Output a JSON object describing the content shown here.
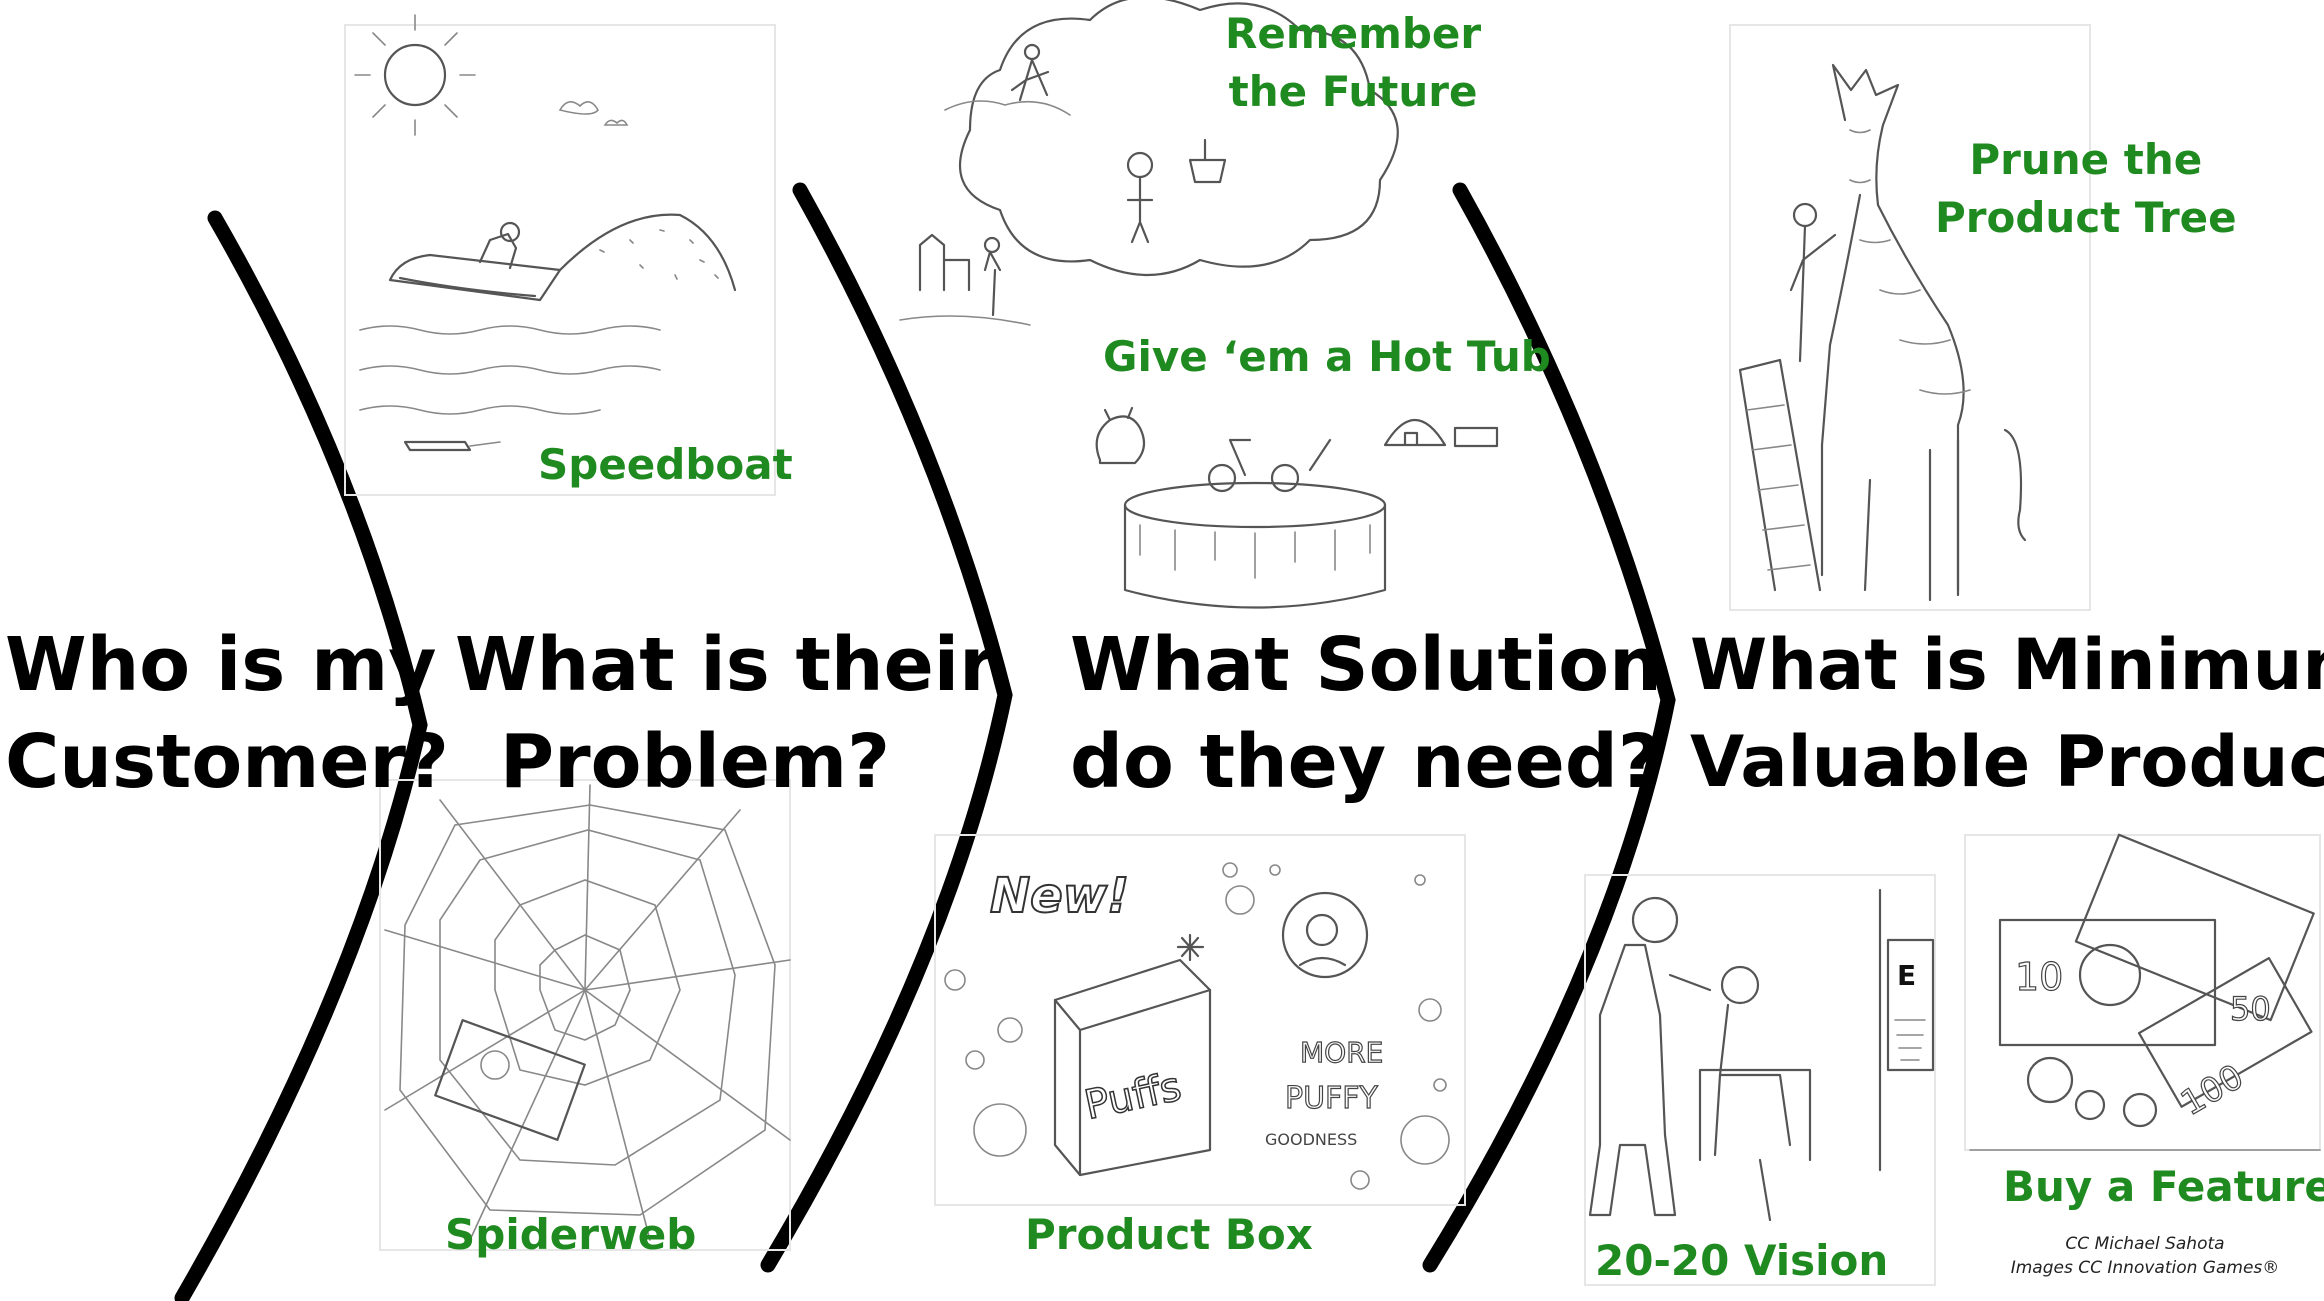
{
  "questions": {
    "q1": [
      "Who is my",
      "Customer?"
    ],
    "q2": [
      "What is their",
      "Problem?"
    ],
    "q3": [
      "What Solution",
      "do they need?"
    ],
    "q4": [
      "What is Minimum",
      "Valuable Product?"
    ]
  },
  "games": {
    "speedboat": "Speedboat",
    "spiderweb": "Spiderweb",
    "remember_future": [
      "Remember",
      "the Future"
    ],
    "hot_tub": "Give ‘em a Hot Tub",
    "product_box": "Product Box",
    "prune_tree": [
      "Prune the",
      "Product Tree"
    ],
    "vision": "20-20 Vision",
    "buy_feature": "Buy a Feature"
  },
  "illustration_text": {
    "box_new": "New!",
    "box_puffs": "Puffs",
    "box_more": "MORE",
    "box_puffy": "PUFFY",
    "box_goodness": "GOODNESS",
    "eye_chart": "E",
    "bill_10": "10",
    "bill_50": "50",
    "bill_100": "100"
  },
  "credits": [
    "CC Michael Sahota",
    "Images CC Innovation Games®"
  ],
  "colors": {
    "game_label": "#1f8a1f",
    "question": "#000000",
    "chevron": "#000000"
  }
}
